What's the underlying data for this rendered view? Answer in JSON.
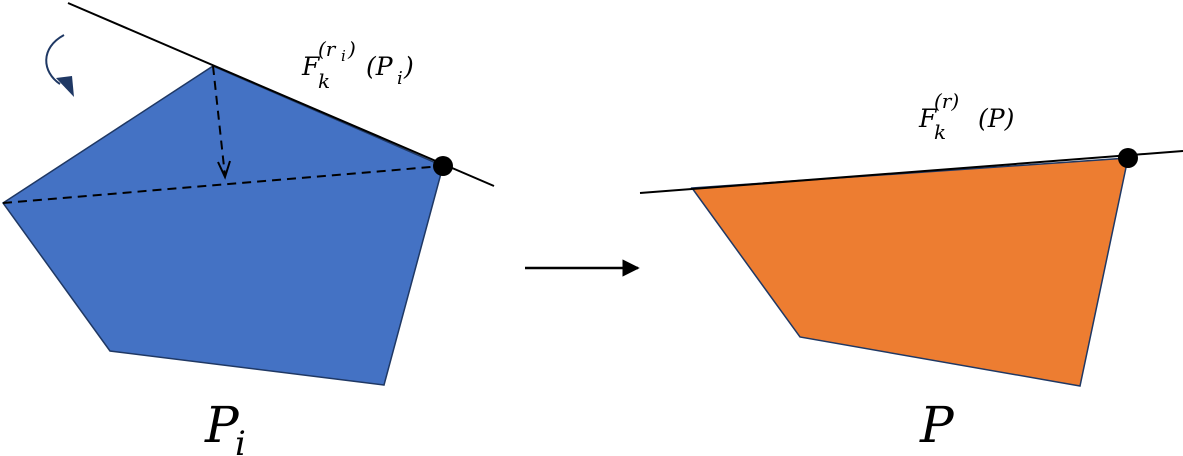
{
  "left_figure": {
    "polygon_label": {
      "base": "P",
      "sub": "i"
    },
    "face_label": {
      "base": "F",
      "sub": "k",
      "sup": "(r",
      "sup_sub": "i",
      "sup_close": ")",
      "arg": "(P",
      "arg_sub": "i",
      "arg_close": ")"
    },
    "fill": "#4472C4"
  },
  "right_figure": {
    "polygon_label": {
      "base": "P"
    },
    "face_label": {
      "base": "F",
      "sub": "k",
      "sup": "(r)",
      "arg": "(P)"
    },
    "fill": "#ED7D31"
  },
  "colors": {
    "edge": "#1F3864",
    "line": "#000000",
    "rotation_arrow": "#1F3864"
  }
}
